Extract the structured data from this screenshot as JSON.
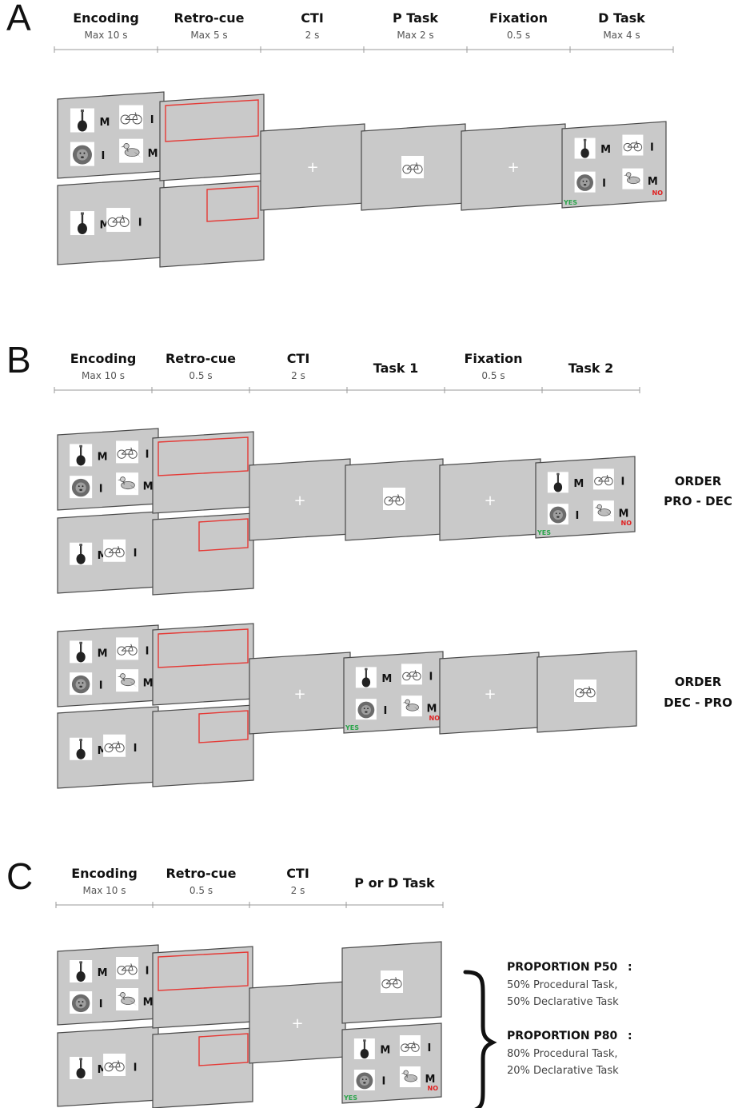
{
  "panels": [
    {
      "label": "A",
      "phases": [
        {
          "name": "Encoding",
          "duration": "Max 10 s"
        },
        {
          "name": "Retro-cue",
          "duration": "Max 5 s"
        },
        {
          "name": "CTI",
          "duration": "2 s"
        },
        {
          "name": "P Task",
          "duration": "Max 2 s"
        },
        {
          "name": "Fixation",
          "duration": "0.5 s"
        },
        {
          "name": "D Task",
          "duration": "Max 4 s"
        }
      ]
    },
    {
      "label": "B",
      "phases": [
        {
          "name": "Encoding",
          "duration": "Max 10 s"
        },
        {
          "name": "Retro-cue",
          "duration": "0.5 s"
        },
        {
          "name": "CTI",
          "duration": "2 s"
        },
        {
          "name": "Task 1",
          "duration": ""
        },
        {
          "name": "Fixation",
          "duration": "0.5 s"
        },
        {
          "name": "Task 2",
          "duration": ""
        }
      ],
      "orders": [
        {
          "line1": "ORDER",
          "line2": "PRO - DEC"
        },
        {
          "line1": "ORDER",
          "line2": "DEC - PRO"
        }
      ]
    },
    {
      "label": "C",
      "phases": [
        {
          "name": "Encoding",
          "duration": "Max 10 s"
        },
        {
          "name": "Retro-cue",
          "duration": "0.5 s"
        },
        {
          "name": "CTI",
          "duration": "2 s"
        },
        {
          "name": "P or D Task",
          "duration": ""
        }
      ],
      "proportions": [
        {
          "title": "PROPORTION P50",
          "lines": [
            "50% Procedural Task,",
            "50% Declarative Task"
          ]
        },
        {
          "title": "PROPORTION P80",
          "lines": [
            "80% Procedural Task,",
            "20% Declarative Task"
          ]
        }
      ]
    }
  ],
  "stimulus_letters": {
    "m": "M",
    "i": "I"
  },
  "response_labels": {
    "yes": "YES",
    "no": "NO"
  },
  "fixation_symbol": "+",
  "icons": [
    "guitar-icon",
    "bicycle-icon",
    "lion-icon",
    "bird-icon"
  ],
  "colors": {
    "screen_fill": "#c9c9c9",
    "screen_stroke": "#4a4a4a",
    "cue_frame": "#e53935",
    "yes": "#2aa44a",
    "no": "#e02020",
    "timeline": "#9a9a9a"
  }
}
